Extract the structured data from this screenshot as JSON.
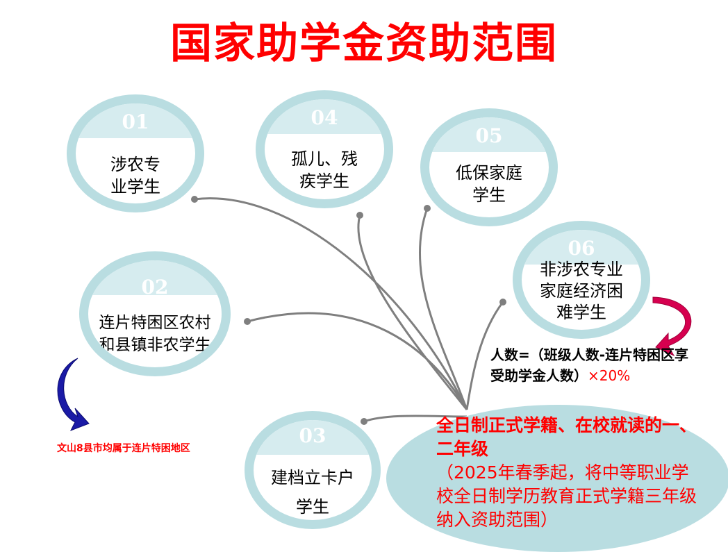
{
  "title": "国家助学金资助范围",
  "nodes": [
    {
      "num": "01",
      "label": "涉农专\n业学生"
    },
    {
      "num": "02",
      "label": "连片特困区农村\n和县镇非农学生"
    },
    {
      "num": "03",
      "label": "建档立卡户\n学生"
    },
    {
      "num": "04",
      "label": "孤儿、残\n疾学生"
    },
    {
      "num": "05",
      "label": "低保家庭\n学生"
    },
    {
      "num": "06",
      "label": "非涉农专业\n家庭经济困\n难学生"
    }
  ],
  "formula": {
    "main": "人数=（班级人数-连片特困区享受助学金人数）",
    "tail": "×20%"
  },
  "note": "文山8县市均属于连片特困地区",
  "center": {
    "line1": "全日制正式学籍、在校就读的一、二年级",
    "line2": "（2025年春季起，将中等职业学校全日制学历教育正式学籍三年级纳入资助范围）"
  },
  "colors": {
    "title": "#ff0000",
    "ring": "#b9dde1",
    "band": "#d6ecef",
    "connector": "#7f7f7f",
    "arrow_left": "#1a1aa6",
    "arrow_right": "#d6004f"
  }
}
